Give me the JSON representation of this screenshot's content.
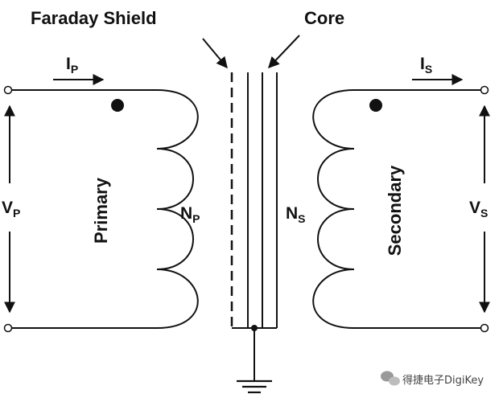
{
  "labels": {
    "faraday_shield": "Faraday Shield",
    "core": "Core",
    "primary": "Primary",
    "secondary": "Secondary"
  },
  "symbols": {
    "ip": {
      "base": "I",
      "sub": "P"
    },
    "is": {
      "base": "I",
      "sub": "S"
    },
    "vp": {
      "base": "V",
      "sub": "P"
    },
    "vs": {
      "base": "V",
      "sub": "S"
    },
    "np": {
      "base": "N",
      "sub": "P"
    },
    "ns": {
      "base": "N",
      "sub": "S"
    }
  },
  "watermark": {
    "text": "得捷电子DigiKey",
    "icon": "wechat-icon"
  }
}
